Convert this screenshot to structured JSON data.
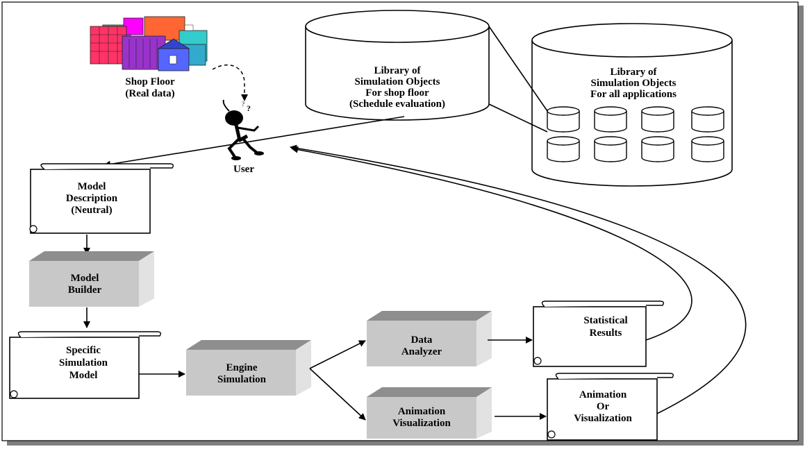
{
  "shop_floor": {
    "line1": "Shop Floor",
    "line2": "(Real data)"
  },
  "user": {
    "label": "User"
  },
  "library_shop": {
    "lines": [
      "Library of",
      "Simulation Objects",
      "For shop floor",
      "(Schedule evaluation)"
    ]
  },
  "library_all": {
    "lines": [
      "Library of",
      "Simulation Objects",
      "For all applications"
    ]
  },
  "model_description": {
    "lines": [
      "Model",
      "Description",
      "(Neutral)"
    ]
  },
  "model_builder": {
    "lines": [
      "Model",
      "Builder"
    ]
  },
  "specific_model": {
    "lines": [
      "Specific",
      "Simulation",
      "Model"
    ]
  },
  "engine": {
    "lines": [
      "Engine",
      "Simulation"
    ]
  },
  "data_analyzer": {
    "lines": [
      "Data",
      "Analyzer"
    ]
  },
  "animation_viz": {
    "lines": [
      "Animation",
      "Visualization"
    ]
  },
  "statistical_results": {
    "lines": [
      "Statistical",
      "Results"
    ]
  },
  "animation_output": {
    "lines": [
      "Animation",
      "Or",
      "Visualization"
    ]
  },
  "colors": {
    "box_front": "#c8c8c8",
    "box_top": "#8e8e8e",
    "box_side": "#e2e2e2",
    "frame_shadow": "#7f7f7f"
  }
}
